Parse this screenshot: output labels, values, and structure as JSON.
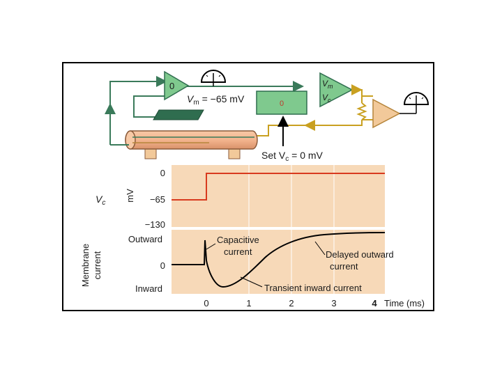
{
  "circuit": {
    "amp1_label": "0",
    "vm_label": "V",
    "vm_sub": "m",
    "vm_value": " = −65 mV",
    "box_value": "0",
    "amp2_in1": "V",
    "amp2_in1_sub": "m",
    "amp2_in2": "V",
    "amp2_in2_sub": "c",
    "set_label": "Set V",
    "set_sub": "c",
    "set_value": " = 0 mV"
  },
  "voltage_panel": {
    "row_label": "V",
    "row_label_sub": "c",
    "unit_label": "mV",
    "ticks": [
      "0",
      "−65",
      "−130"
    ]
  },
  "current_panel": {
    "axis_label_line1": "Membrane",
    "axis_label_line2": "current",
    "ticks": [
      "Outward",
      "0",
      "Inward"
    ],
    "annotations": {
      "capacitive_line1": "Capacitive",
      "capacitive_line2": "current",
      "delayed_line1": "Delayed outward",
      "delayed_line2": "current",
      "transient": "Transient inward current"
    }
  },
  "time_axis": {
    "ticks": [
      "0",
      "1",
      "2",
      "3",
      "4"
    ],
    "label": "Time (ms)"
  },
  "colors": {
    "green": "#3a7a5a",
    "amp_green": "#7fc98e",
    "gold": "#c9a020",
    "amp_orange": "#f2c99a",
    "axon": "#f3b48e",
    "panel_bg": "#f7d9b8",
    "red_trace": "#d83a1e"
  }
}
